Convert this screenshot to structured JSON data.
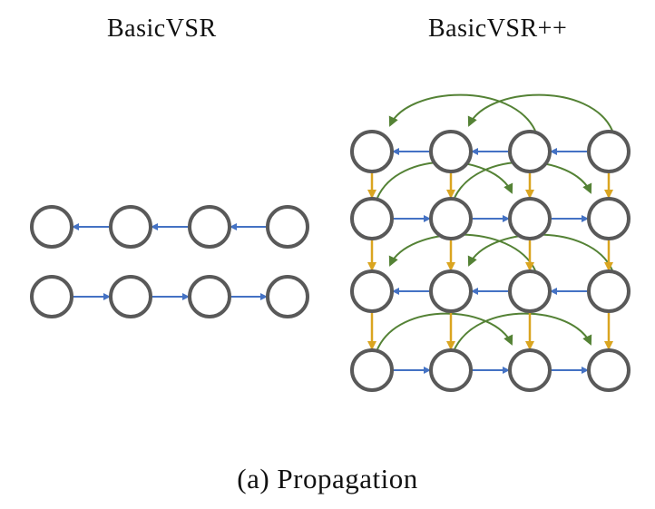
{
  "titles": {
    "left": "BasicVSR",
    "right": "BasicVSR++"
  },
  "caption": "(a) Propagation",
  "colors": {
    "node_stroke": "#595959",
    "blue_arrow": "#4472C4",
    "yellow_arrow": "#DAA520",
    "green_arrow": "#548235"
  },
  "basicvsr": {
    "rows": [
      {
        "nodes": 4,
        "direction": "backward"
      },
      {
        "nodes": 4,
        "direction": "forward"
      }
    ]
  },
  "basicvsr_pp": {
    "rows": [
      {
        "nodes": 4,
        "direction": "backward",
        "second_order": "backward"
      },
      {
        "nodes": 4,
        "direction": "forward",
        "second_order": "forward"
      },
      {
        "nodes": 4,
        "direction": "backward",
        "second_order": "backward"
      },
      {
        "nodes": 4,
        "direction": "forward",
        "second_order": "forward"
      }
    ]
  }
}
